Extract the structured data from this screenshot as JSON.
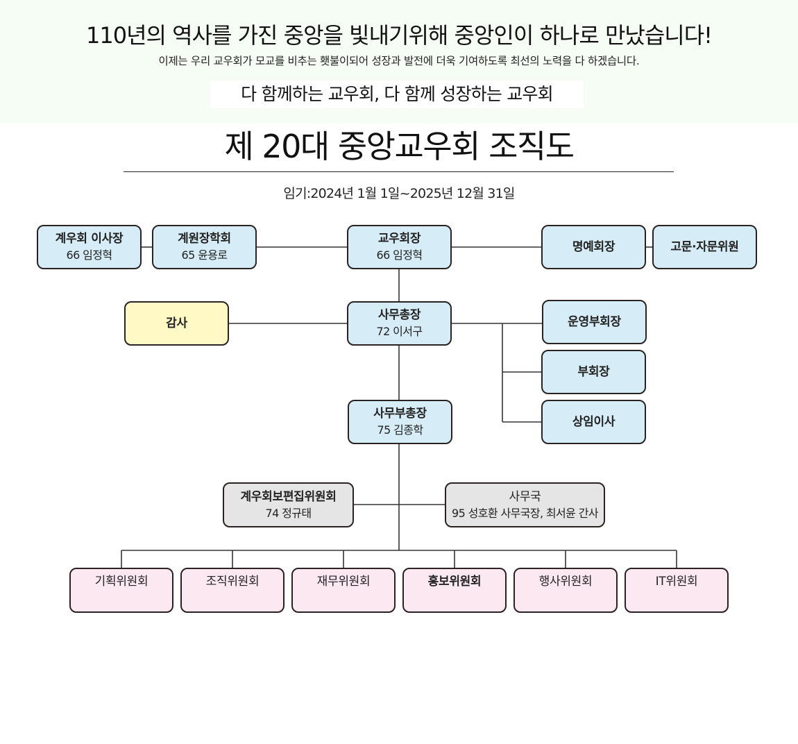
{
  "header": {
    "headline": "110년의 역사를 가진 중앙을 빛내기위해 중앙인이 하나로 만났습니다!",
    "subline": "이제는 우리 교우회가 모교를 비추는 횃불이되어 성장과 발전에 더욱 기여하도록 최선의 노력을 다 하겠습니다.",
    "slogan": "다 함께하는 교우회, 다 함께 성장하는 교우회"
  },
  "chart": {
    "title": "제 20대 중앙교우회 조직도",
    "term": "임기:2024년 1월 1일~2025년 12월 31일"
  },
  "colors": {
    "header_bg": "#f6fdf4",
    "blue_box": "#d6ecf6",
    "yellow_box": "#fff9c6",
    "gray_box": "#e5e5e5",
    "pink_box": "#fce8f1",
    "border": "#2a2222"
  },
  "nodes": {
    "foundation_chair": {
      "title": "계우회 이사장",
      "sub": "66 임정혁"
    },
    "scholarship": {
      "title": "계원장학회",
      "sub": "65 윤용로"
    },
    "president": {
      "title": "교우회장",
      "sub": "66 임정혁"
    },
    "honorary_president": {
      "title": "명예회장"
    },
    "advisors": {
      "title": "고문·자문위원"
    },
    "auditor": {
      "title": "감사"
    },
    "secretary_general": {
      "title": "사무총장",
      "sub": "72 이서구"
    },
    "executive_vp": {
      "title": "운영부회장"
    },
    "vice_president": {
      "title": "부회장"
    },
    "standing_director": {
      "title": "상임이사"
    },
    "deputy_secretary_general": {
      "title": "사무부총장",
      "sub": "75 김종학"
    },
    "editorial_committee": {
      "title": "계우회보편집위원회",
      "sub": "74 정규태"
    },
    "secretariat": {
      "title": "사무국",
      "sub": "95 성호환 사무국장, 최서윤 간사"
    }
  },
  "committees": [
    {
      "title": "기획위원회"
    },
    {
      "title": "조직위원회"
    },
    {
      "title": "재무위원회"
    },
    {
      "title": "홍보위원회"
    },
    {
      "title": "행사위원회"
    },
    {
      "title": "IT위원회"
    }
  ]
}
